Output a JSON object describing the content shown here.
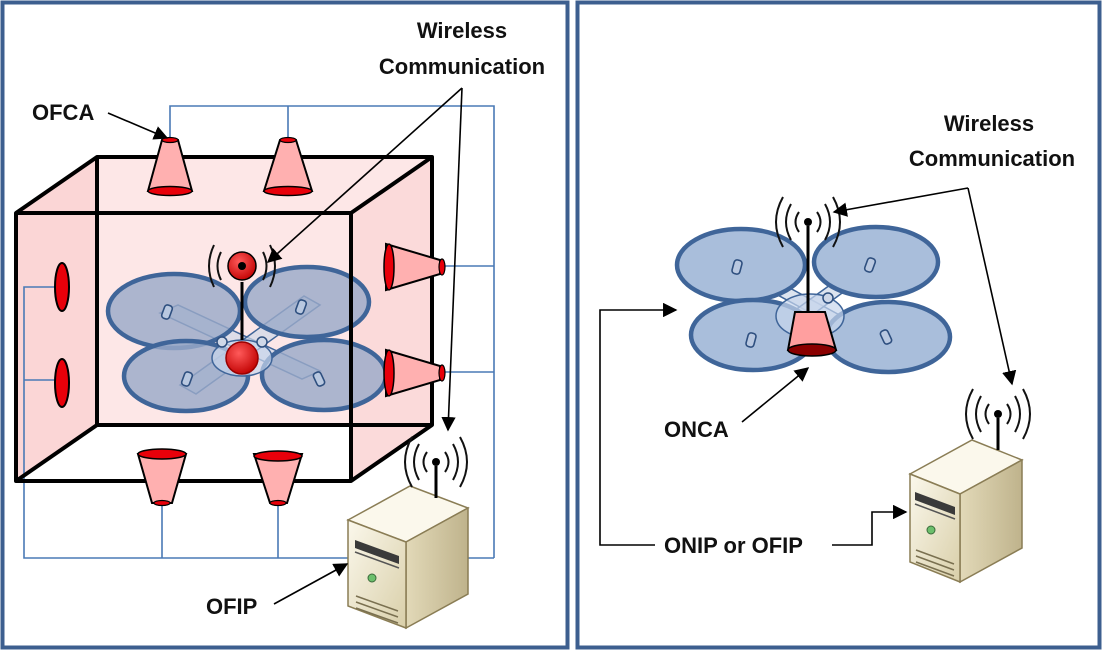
{
  "labels": {
    "left_wireless_line1": "Wireless",
    "left_wireless_line2": "Communication",
    "ofca": "OFCA",
    "ofip": "OFIP",
    "right_wireless_line1": "Wireless",
    "right_wireless_line2": "Communication",
    "onca": "ONCA",
    "onip_or_ofip": "ONIP or OFIP"
  },
  "colors": {
    "panel_border": "#3d5f8f",
    "wire": "#4a7ab5",
    "room_fill": "#fbe3e3",
    "camera_fill": "#ffb0b0",
    "camera_lens": "#e8000a",
    "rotor_fill": "#9aa9c8",
    "rotor_stroke": "#3f6599",
    "server_body": "#f1ead2"
  },
  "icons": [
    "antenna-icon",
    "camera-icon",
    "server-icon",
    "drone-icon"
  ]
}
